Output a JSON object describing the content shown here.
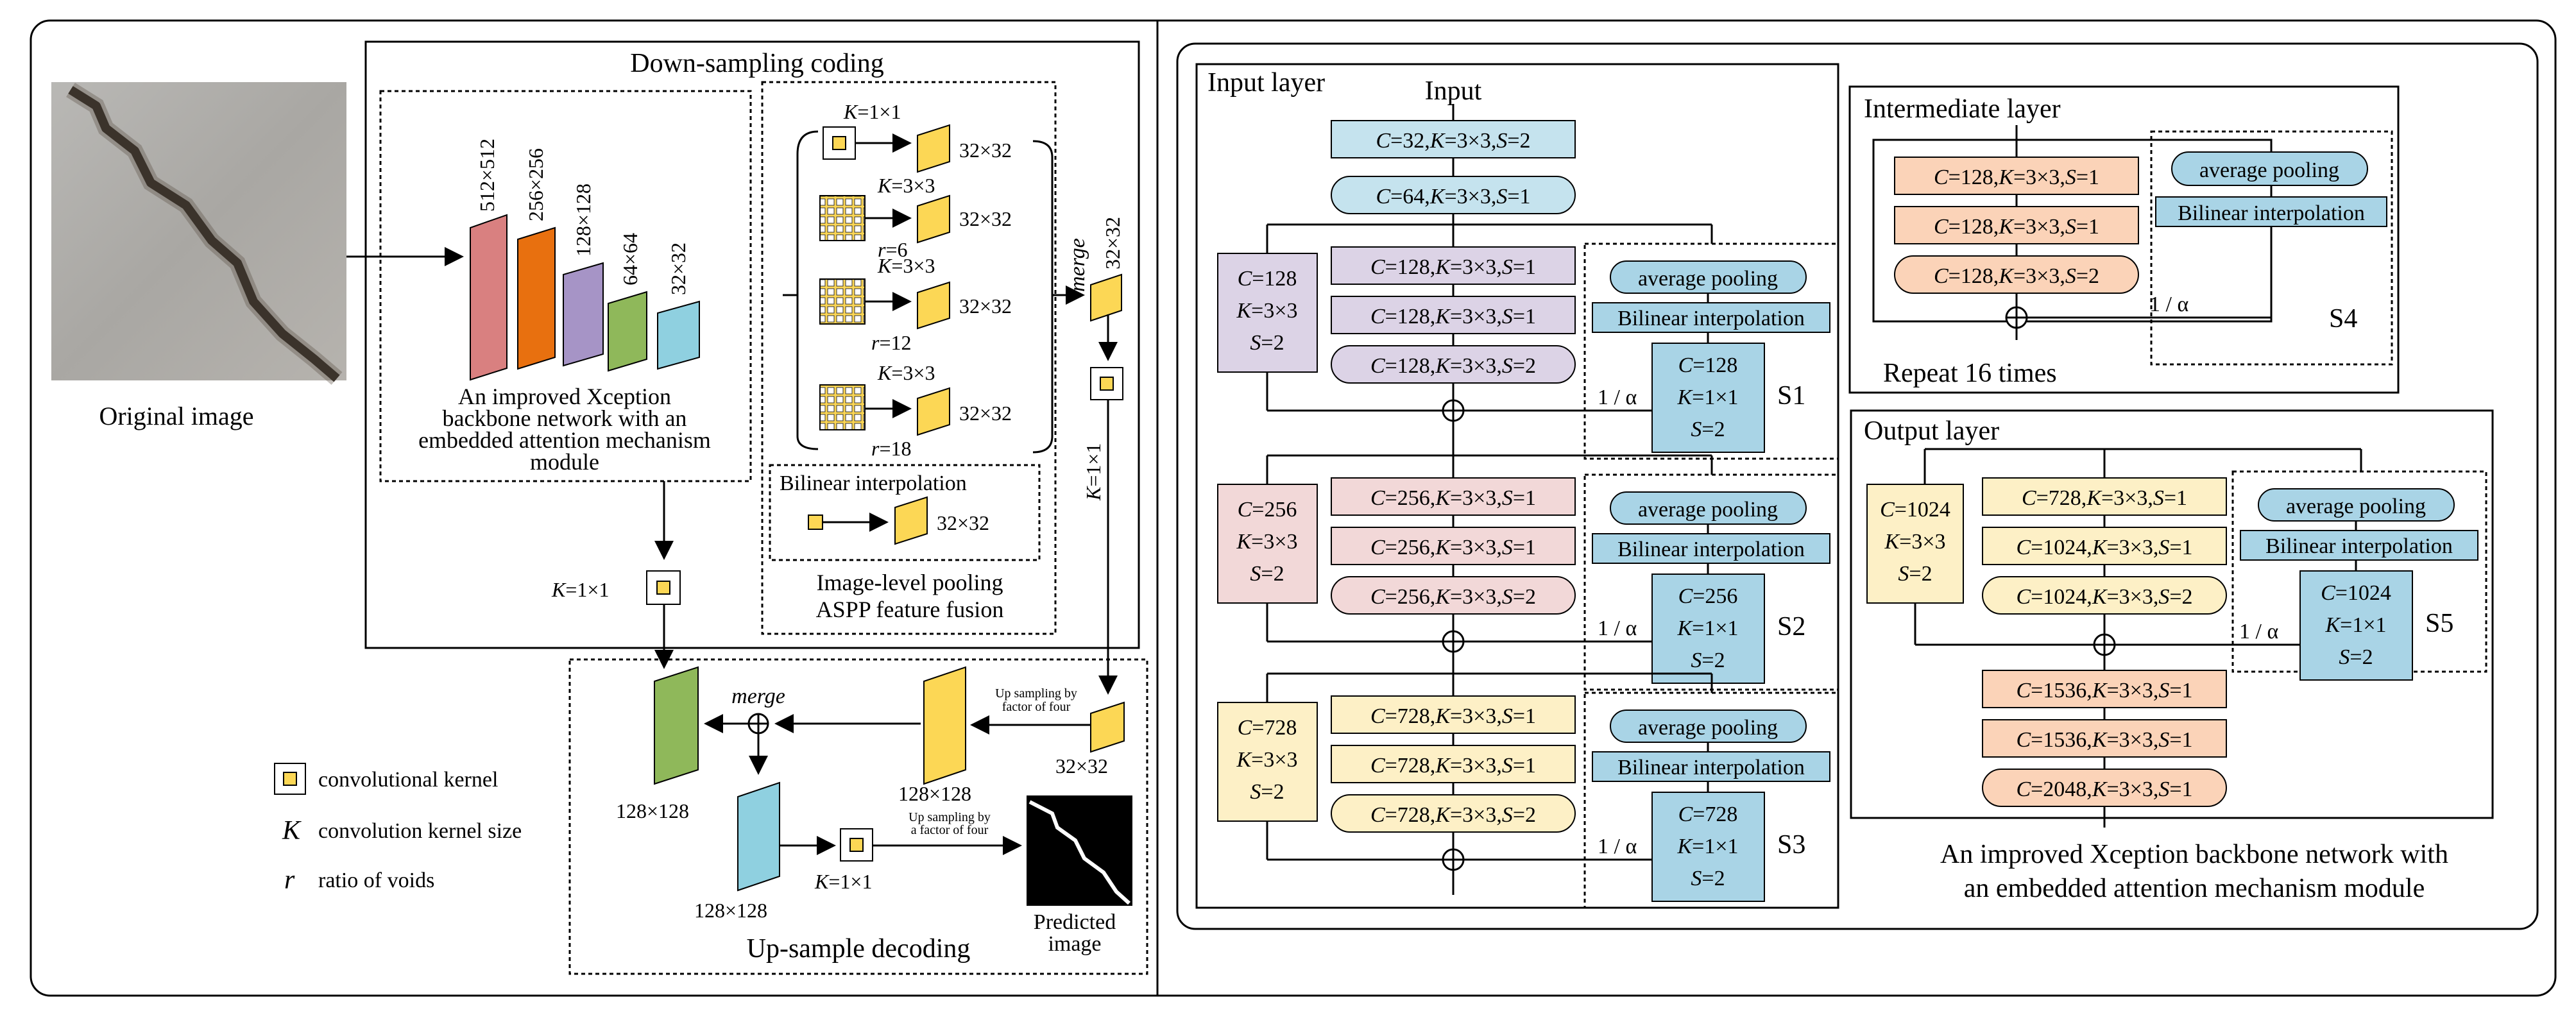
{
  "left": {
    "original_image_label": "Original image",
    "down_title": "Down-sampling coding",
    "backbone": {
      "sizes": [
        "512×512",
        "256×256",
        "128×128",
        "64×64",
        "32×32"
      ],
      "caption": [
        "An improved Xception",
        "backbone network with an",
        "embedded attention mechanism",
        "module"
      ]
    },
    "aspp": {
      "k1x1": "=1×1",
      "k3x3": "=3×3",
      "size": "32×32",
      "r6": "=6",
      "r12": "=12",
      "r18": "=18",
      "merge": "merge",
      "bilinear": "Bilinear interpolation",
      "caption": [
        "Image-level pooling",
        "ASPP feature fusion"
      ]
    },
    "decoder": {
      "k1x1": "=1×1",
      "merge": "merge",
      "up1": [
        "Up sampling by",
        "factor of four"
      ],
      "up2": [
        "Up sampling by",
        "a factor of four"
      ],
      "size128": "128×128",
      "size32": "32×32",
      "predicted": [
        "Predicted",
        "image"
      ],
      "title": "Up-sample decoding"
    },
    "legend": {
      "kernel": "convolutional kernel",
      "k_sym": "K",
      "k_text": "convolution kernel size",
      "r_sym": "r",
      "r_text": "ratio of voids"
    }
  },
  "right": {
    "input_layer": {
      "title": "Input layer",
      "input": "Input",
      "top": [
        "=32,",
        "=3×3,",
        "=2"
      ],
      "top2": [
        "=64,",
        "=3×3,",
        "=1"
      ]
    },
    "blocks": [
      {
        "side": [
          "=128",
          "=3×3",
          "=2"
        ],
        "rows": [
          [
            "=128,",
            "=3×3,",
            "=1"
          ],
          [
            "=128,",
            "=3×3,",
            "=1"
          ],
          [
            "=128,",
            "=3×3,",
            "=2"
          ]
        ],
        "attn": [
          "=128",
          "=1×1",
          "=2"
        ],
        "label": "S1"
      },
      {
        "side": [
          "=256",
          "=3×3",
          "=2"
        ],
        "rows": [
          [
            "=256,",
            "=3×3,",
            "=1"
          ],
          [
            "=256,",
            "=3×3,",
            "=1"
          ],
          [
            "=256,",
            "=3×3,",
            "=2"
          ]
        ],
        "attn": [
          "=256",
          "=1×1",
          "=2"
        ],
        "label": "S2"
      },
      {
        "side": [
          "=728",
          "=3×3",
          "=2"
        ],
        "rows": [
          [
            "=728,",
            "=3×3,",
            "=1"
          ],
          [
            "=728,",
            "=3×3,",
            "=1"
          ],
          [
            "=728,",
            "=3×3,",
            "=2"
          ]
        ],
        "attn": [
          "=728",
          "=1×1",
          "=2"
        ],
        "label": "S3"
      }
    ],
    "attention": {
      "avg_pool": "average pooling",
      "bilinear": "Bilinear interpolation",
      "alpha": "1 / α"
    },
    "intermediate": {
      "title": "Intermediate layer",
      "rows": [
        [
          "=128,",
          "=3×3,",
          "=1"
        ],
        [
          "=128,",
          "=3×3,",
          "=1"
        ],
        [
          "=128,",
          "=3×3,",
          "=2"
        ]
      ],
      "repeat": "Repeat 16 times",
      "label": "S4"
    },
    "output": {
      "title": "Output layer",
      "side": [
        "=1024",
        "=3×3",
        "=2"
      ],
      "rows": [
        [
          "=728,",
          "=3×3,",
          "=1"
        ],
        [
          "=1024,",
          "=3×3,",
          "=1"
        ],
        [
          "=1024,",
          "=3×3,",
          "=2"
        ]
      ],
      "attn": [
        "=1024",
        "=1×1",
        "=2"
      ],
      "label": "S5",
      "tail": [
        [
          "=1536,",
          "=3×3,",
          "=1"
        ],
        [
          "=1536,",
          "=3×3,",
          "=1"
        ],
        [
          "=2048,",
          "=3×3,",
          "=1"
        ]
      ]
    },
    "caption": [
      "An improved Xception backbone network with",
      "an embedded attention mechanism module"
    ]
  },
  "colors": {
    "blue": "#c5e3ee",
    "attn_blue": "#a9d4e6",
    "purple": "#dcd3e6",
    "pink": "#f2d8d8",
    "yellow": "#fdf0c6",
    "orange": "#fbd3b8",
    "kernel": "#fcd755",
    "feat_pink": "#d98080",
    "feat_orange": "#e8700f",
    "feat_purple": "#a694c6",
    "feat_green": "#8fb85a",
    "feat_cyan": "#8fd0e0"
  }
}
